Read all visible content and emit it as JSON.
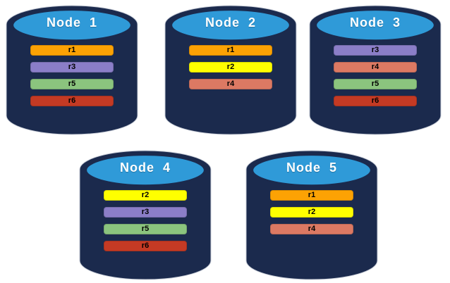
{
  "diagram": {
    "description_title": "",
    "background": "#ffffff"
  },
  "colors": {
    "cylinder_body": "#1B2A4D",
    "cylinder_top": "#2F9AD8",
    "title_text": "#FFFFFF",
    "bar_text": "#000000",
    "replicas": {
      "r1": "#FCA204",
      "r2": "#FFFF00",
      "r3": "#8B7EC8",
      "r4": "#DC7963",
      "r5": "#8BC47E",
      "r6": "#C43A24"
    }
  },
  "nodes": [
    {
      "label": "Node  1",
      "replicas": [
        "r1",
        "r3",
        "r5",
        "r6"
      ]
    },
    {
      "label": "Node  2",
      "replicas": [
        "r1",
        "r2",
        "r4"
      ]
    },
    {
      "label": "Node  3",
      "replicas": [
        "r3",
        "r4",
        "r5",
        "r6"
      ]
    },
    {
      "label": "Node  4",
      "replicas": [
        "r2",
        "r3",
        "r5",
        "r6"
      ]
    },
    {
      "label": "Node  5",
      "replicas": [
        "r1",
        "r2",
        "r4"
      ]
    }
  ]
}
